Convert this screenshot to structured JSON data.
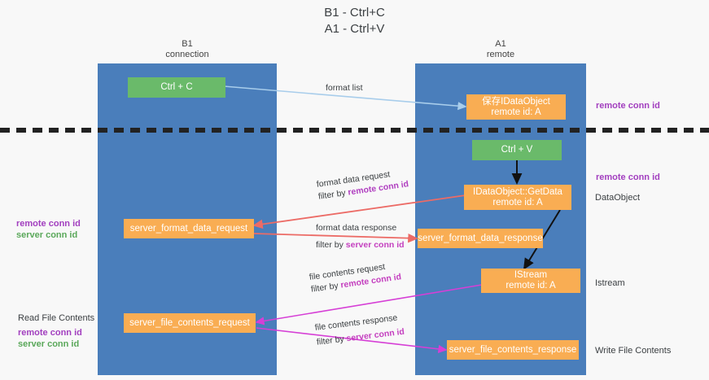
{
  "title": {
    "line1": "B1 - Ctrl+C",
    "line2": "A1 - Ctrl+V"
  },
  "lanes": [
    {
      "id": "b1",
      "name": "B1",
      "role": "connection"
    },
    {
      "id": "a1",
      "name": "A1",
      "role": "remote"
    }
  ],
  "boxes": {
    "ctrl_c": {
      "label": "Ctrl + C",
      "color": "#6aba6a"
    },
    "ctrl_v": {
      "label": "Ctrl + V",
      "color": "#6aba6a"
    },
    "save_idataobject": {
      "line1": "保存IDataObject",
      "line2": "remote id: A",
      "color": "#f9ad53"
    },
    "idataobject_getdata": {
      "line1": "IDataObject::GetData",
      "line2": "remote id: A",
      "color": "#f9ad53"
    },
    "istream": {
      "line1": "IStream",
      "line2": "remote id: A",
      "color": "#f9ad53"
    },
    "server_format_data_request": {
      "label": "server_format_data_request",
      "color": "#f9ad53"
    },
    "server_format_data_response": {
      "label": "server_format_data_response",
      "color": "#f9ad53"
    },
    "server_file_contents_request": {
      "label": "server_file_contents_request",
      "color": "#f9ad53"
    },
    "server_file_contents_response": {
      "label": "server_file_contents_response",
      "color": "#f9ad53"
    }
  },
  "edge_labels": {
    "format_list": "format list",
    "format_data_request": "format data request",
    "format_data_request_filter_prefix": "filter by ",
    "format_data_request_filter_key": "remote conn id",
    "format_data_response": "format data response",
    "format_data_response_filter_prefix": "filter by ",
    "format_data_response_filter_key": "server conn id",
    "file_contents_request": "file contents request",
    "file_contents_request_filter_prefix": "filter by ",
    "file_contents_request_filter_key": "remote conn id",
    "file_contents_response": "file contents response",
    "file_contents_response_filter_prefix": "filter by ",
    "file_contents_response_filter_key": "server conn id"
  },
  "side_labels": {
    "left_mid": {
      "remote": "remote conn id",
      "server": "server conn id"
    },
    "left_bottom_title": "Read File Contents",
    "left_bottom": {
      "remote": "remote conn id",
      "server": "server conn id"
    },
    "right_top": "remote conn id",
    "right_mid": "remote conn id",
    "right_dataobject": "DataObject",
    "right_istream": "Istream",
    "right_write": "Write File Contents"
  },
  "colors": {
    "lane": "#4a7ebb",
    "green_box": "#6aba6a",
    "orange_box": "#f9ad53",
    "arrow_blue": "#a8cdeb",
    "arrow_black": "#111111",
    "arrow_red": "#ec6b66",
    "arrow_magenta": "#d63fd6",
    "purple_text": "#a23fbf",
    "green_text": "#5aa85a",
    "divider": "#222222",
    "background": "#f8f8f8"
  }
}
